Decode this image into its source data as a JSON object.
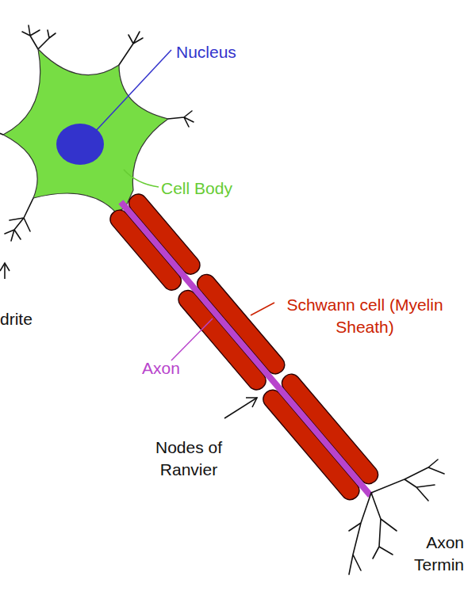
{
  "diagram": {
    "labels": [
      "Nucleus",
      "Cell Body",
      "drite",
      "Schwann cell (Myelin Sheath)",
      "Axon",
      "Nodes of Ranvier",
      "Axon Termin"
    ]
  }
}
